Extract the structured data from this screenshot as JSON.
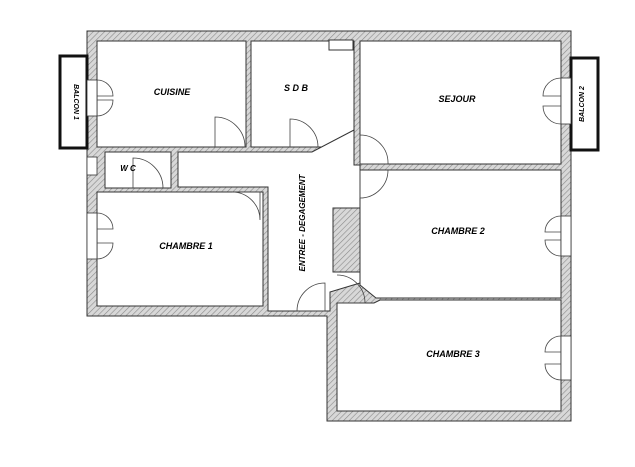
{
  "plan": {
    "rooms": {
      "kitchen": "CUISINE",
      "bathroom": "S D B",
      "living": "SEJOUR",
      "wc": "W C",
      "bedroom1": "CHAMBRE 1",
      "bedroom2": "CHAMBRE 2",
      "bedroom3": "CHAMBRE 3",
      "hallway": "ENTREE - DEGAGEMENT"
    },
    "balconies": {
      "left": "BALCON 1",
      "right": "BALCON 2"
    }
  },
  "colors": {
    "wall_hatch": "#9a9a9a",
    "wall_stroke": "#333333",
    "background": "#ffffff"
  }
}
